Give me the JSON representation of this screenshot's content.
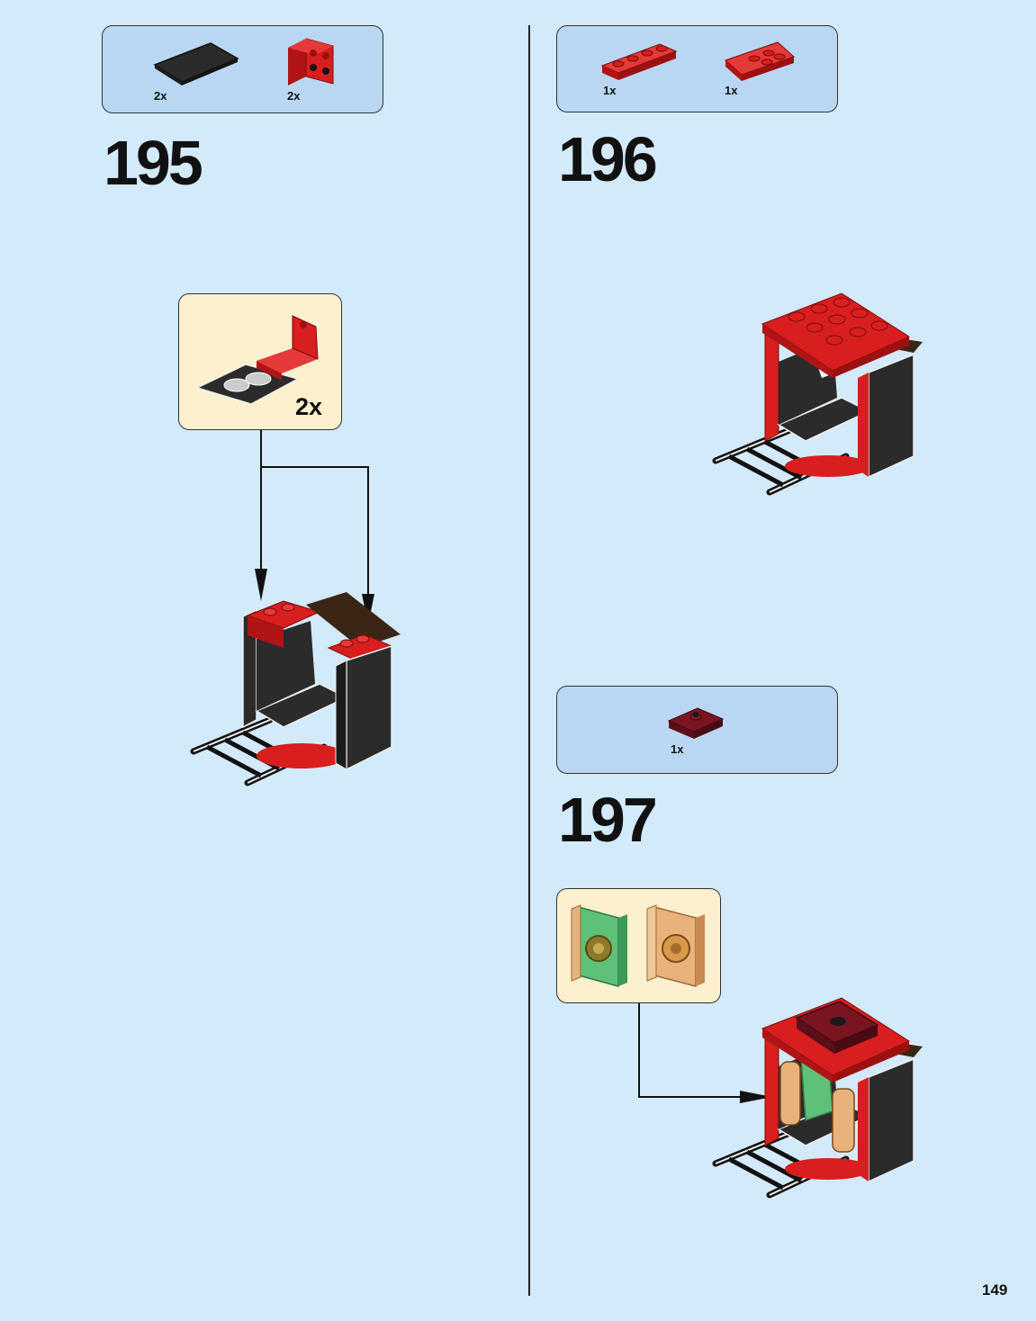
{
  "page_number": "149",
  "colors": {
    "background": "#d3eafa",
    "parts_box": "#b9d7f2",
    "callout_box": "#fdf0cf",
    "brick_red": "#d81e1e",
    "brick_black": "#2b2b2b",
    "brick_dark_brown": "#3b2616",
    "brick_dark_red": "#7a1420"
  },
  "steps": [
    {
      "number": "195",
      "parts": [
        {
          "icon": "black-tile-2x4-icon",
          "qty": "2x"
        },
        {
          "icon": "red-bracket-icon",
          "qty": "2x"
        }
      ],
      "callout_qty": "2x"
    },
    {
      "number": "196",
      "parts": [
        {
          "icon": "red-plate-1x4-icon",
          "qty": "1x"
        },
        {
          "icon": "red-wedge-plate-icon",
          "qty": "1x"
        }
      ]
    },
    {
      "number": "197",
      "parts": [
        {
          "icon": "dark-red-jumper-plate-icon",
          "qty": "1x"
        }
      ],
      "callout_items": [
        {
          "icon": "green-book-icon"
        },
        {
          "icon": "tan-book-icon"
        }
      ]
    }
  ]
}
